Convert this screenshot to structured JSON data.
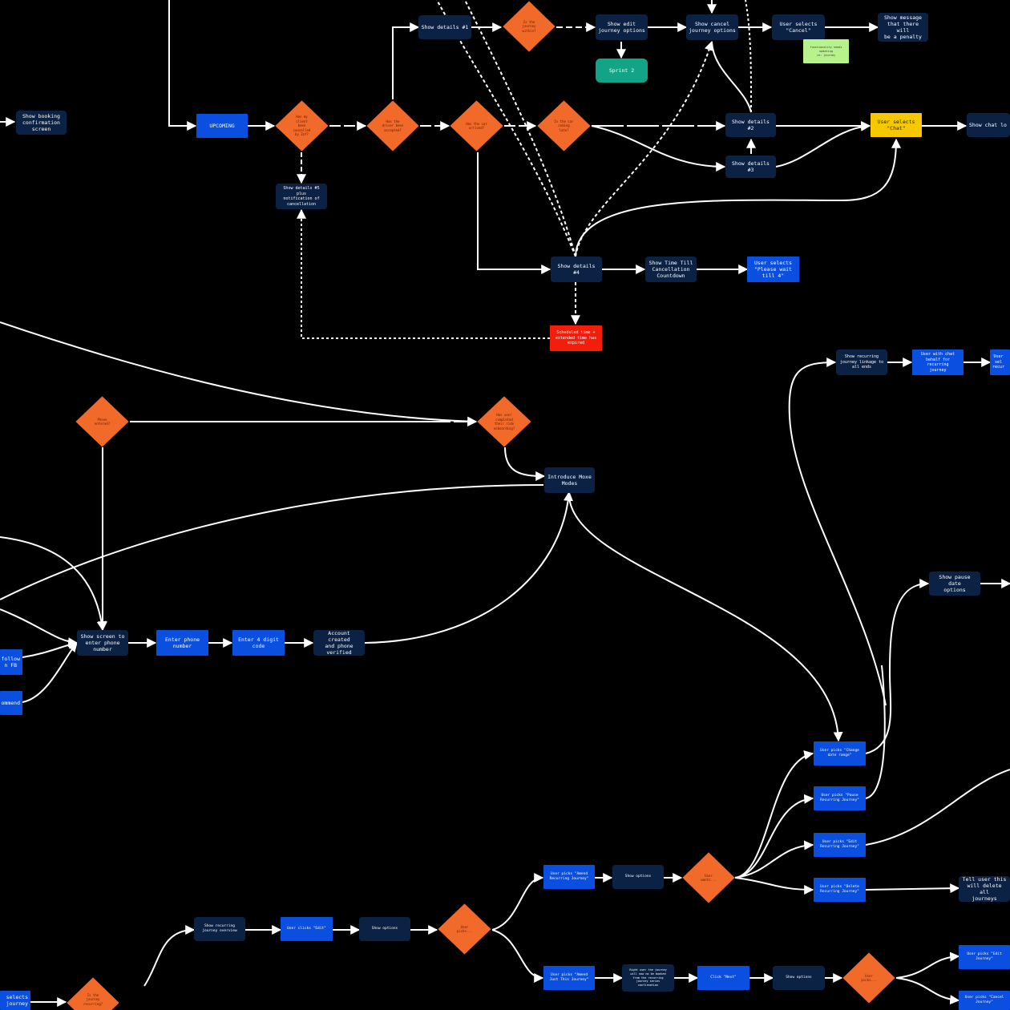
{
  "colors": {
    "background": "#000000",
    "dark_node": "#0c2244",
    "blue_node": "#0a4fe0",
    "decision": "#f26a2a",
    "teal_node": "#12a487",
    "yellow_node": "#f6c800",
    "red_node": "#f21d0a",
    "note": "#b8f28a",
    "edge": "#ffffff"
  },
  "nodes": {
    "show_booking_confirmation": "Show booking\nconfirmation\nscreen",
    "upcoming": "UPCOMING",
    "show_details_1": "Show details #1",
    "show_edit_journey_options": "Show edit\njourney options",
    "sprint_2": "Sprint 2",
    "show_cancel_journey_options": "Show cancel\njourney options",
    "user_selects_cancel": "User selects\n\"Cancel\"",
    "show_message_penalty": "Show message\nthat there will\nbe a penalty",
    "note_functionality": "functionality needs\nupdating\nre: journey",
    "show_details_2": "Show details #2",
    "user_selects_chat": "User selects\n\"Chat\"",
    "show_chat": "Show chat lo",
    "show_details_3": "Show details #3",
    "show_details_5_cancellation": "Show details #5 plus\nnotification of\ncancellation",
    "show_details_4": "Show details #4",
    "show_time_till_cancellation": "Show Time Till\nCancellation\nCountdown",
    "user_selects_please_wait": "User selects\n\"Please wait\ntill 4\"",
    "scheduled_time": "Scheduled time +\nextended time has\nexpired",
    "show_recurring_journey": "Show recurring\njourney linkage to\nall ends",
    "user_with_chat": "User with chat\nbehalf for recurring\njourney",
    "user_edge": "User\nsel\nrecur",
    "introduce_moxe_modes": "Introduce Moxe\nModes",
    "show_screen_phone": "Show screen to\nenter phone\nnumber",
    "enter_phone_number": "Enter phone\nnumber",
    "enter_4_digit_code": "Enter 4 digit\ncode",
    "account_created": "Account created\nand phone\nverified",
    "follow_fb": "follow\nn FB",
    "comment": "ommend",
    "show_pause_date_options": "Show pause date\noptions",
    "user_picks_change_date": "User picks \"Change\ndate range\"",
    "user_picks_pause": "User picks \"Pause\nRecurring Journey\"",
    "user_picks_edit": "User picks \"Edit\nRecurring Journey\"",
    "user_picks_delete": "User picks \"Delete\nRecurring Journey\"",
    "tell_user_delete": "Tell user this\nwill delete all\njourneys",
    "user_picks_amend_recurring": "User picks \"Amend\nRecurring Journey\"",
    "show_options_1": "Show options",
    "show_recurring_overview": "Show recurring\njourney overview",
    "user_clicks_edit": "User clicks \"Edit\"",
    "show_options_2": "Show options",
    "user_picks_amend_one_time": "User picks \"Amend\nJust This Journey\"",
    "one_time_note": "Right user the journey\nwill now no be booked\nfrom the recurring\njourney series\nconfirmation",
    "click_next": "Click \"Next\"",
    "show_options_3": "Show options",
    "user_picks_edit_journey": "User picks \"Edit\nJourney\"",
    "user_picks_cancel_journey": "User picks \"Cancel\nJourney\"",
    "user_selects_journey": "selects\njourney"
  },
  "decisions": {
    "d_in_journey_window": "Is the\njourney\nwithin?",
    "d_has_cancelled": "Has my\nclient\nbeen\ncancelled\nby Zaf?",
    "d_driver_accepted": "Has the\ndriver been\naccepted?",
    "d_has_arrived": "Has the car\narrived?",
    "d_is_car_coming": "Is the car\ncoming\nlate?",
    "d_phone_entered": "Phone\nentered?",
    "d_user_completed": "Has user\ncompleted\ntheir ride\nonboarding?",
    "d_user_action_1": "User\nwants...",
    "d_user_action_2": "User\npicks...",
    "d_user_action_3": "User\npicks...",
    "d_is_recurring": "Is the\njourney\nrecurring?"
  }
}
